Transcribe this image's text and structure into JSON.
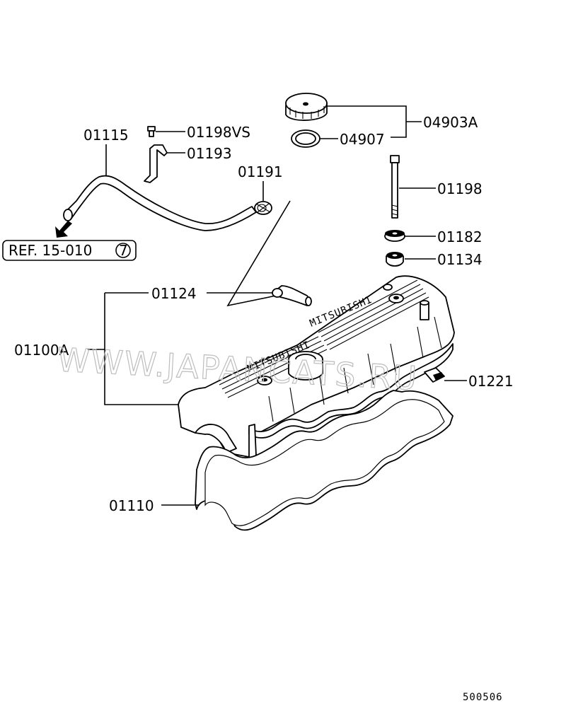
{
  "labels": {
    "p01115": "01115",
    "p01198vs": "01198VS",
    "p01193": "01193",
    "p01191": "01191",
    "p04903a": "04903A",
    "p04907": "04907",
    "p01198": "01198",
    "p01182": "01182",
    "p01134": "01134",
    "p01124": "01124",
    "p01100a": "01100A",
    "p01221": "01221",
    "p01110": "01110"
  },
  "ref": {
    "text": "REF. 15-010",
    "circled": "7"
  },
  "watermark": "WWW.JAPANCATS.RU",
  "cover_brand": "MITSUBISHI",
  "diagram_code": "500506"
}
